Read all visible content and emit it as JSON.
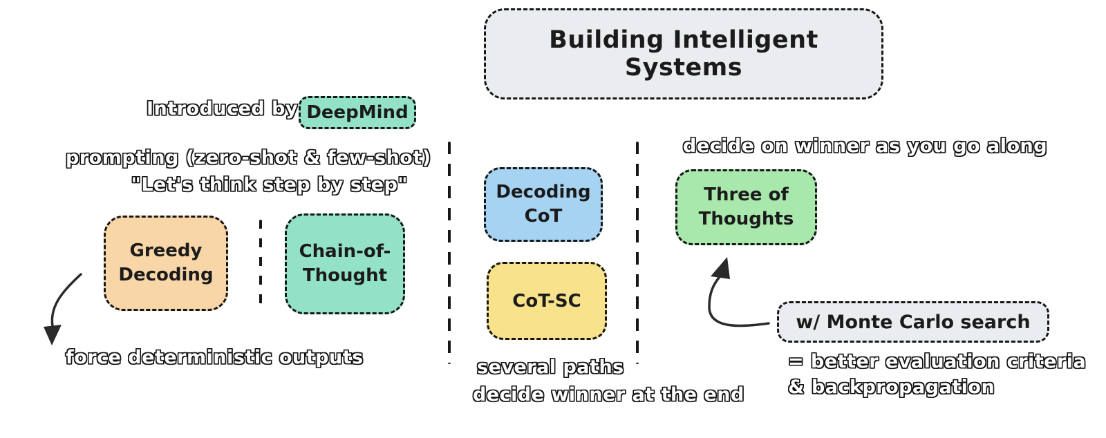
{
  "title": {
    "label": "Building Intelligent Systems"
  },
  "left_section": {
    "introduced_by_label": "Introduced by",
    "deepmind_box_label": "DeepMind",
    "prompting_note": "prompting (zero-shot & few-shot)",
    "quote_note": "\"Let's think step by step\"",
    "greedy_box": [
      "Greedy",
      "Decoding"
    ],
    "chain_of_thought_box": [
      "Chain-of-",
      "Thought"
    ],
    "force_note": "force deterministic outputs"
  },
  "middle_section": {
    "decoding_cot_box": [
      "Decoding",
      "CoT"
    ],
    "cot_sc_box_label": "CoT-SC",
    "note_line1": "several paths",
    "note_line2": "decide winner at the end"
  },
  "right_section": {
    "top_note": "decide on winner as you go along",
    "tree_of_thoughts_box": [
      "Three of",
      "Thoughts"
    ],
    "monte_carlo_box_label": "w/ Monte Carlo search",
    "bottom_note_line1": "= better evaluation criteria",
    "bottom_note_line2": "& backpropagation"
  },
  "icons": {
    "left_arrow": "curved-arrow-down-left",
    "right_arrow": "curved-arrow-up"
  },
  "colors": {
    "ink": "#161616",
    "gray_box": "#ebecef",
    "mint_box": "#93e2c7",
    "orange_box": "#f8d6a8",
    "blue_box": "#a7d3f2",
    "yellow_box": "#f8e28b",
    "green_box": "#a8e8ac",
    "background": "#ffffff"
  }
}
